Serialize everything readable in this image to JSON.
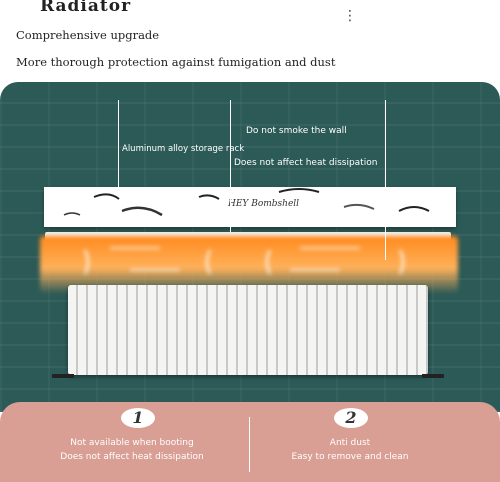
{
  "header": {
    "title": "Radiator",
    "menu_icon": "vertical-ellipsis-icon"
  },
  "intro": {
    "line1": "Comprehensive upgrade",
    "line2": "More thorough protection against fumigation and dust"
  },
  "illustration": {
    "callouts": {
      "rack": "Aluminum alloy storage rack",
      "smoke": "Do not smoke the wall",
      "heat": "Does not affect heat dissipation"
    },
    "brand_script": "HEY Bombshell",
    "colors": {
      "wall": "#2c5a57",
      "floor": "#d99e94",
      "heat": "#ff8a1e"
    }
  },
  "features": [
    {
      "number": "1",
      "line1": "Not available when booting",
      "line2": "Does not affect heat dissipation"
    },
    {
      "number": "2",
      "line1": "Anti dust",
      "line2": "Easy to remove and clean"
    }
  ]
}
